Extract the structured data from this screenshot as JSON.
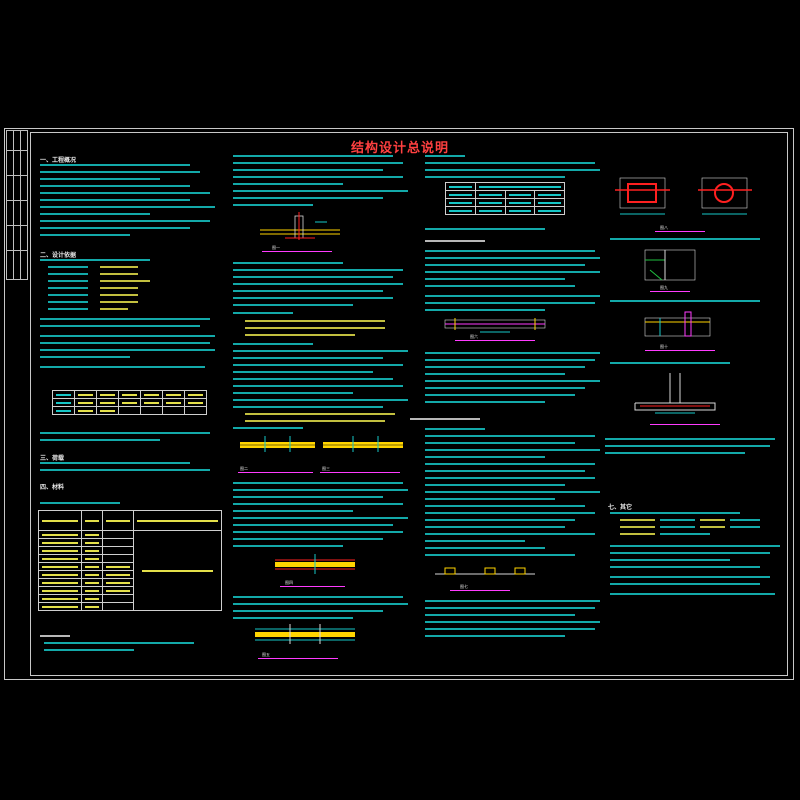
{
  "drawing": {
    "title": "结构设计总说明",
    "colors": {
      "background": "#000000",
      "frame": "#c8c8c8",
      "title": "#ff4040",
      "text_cyan": "#16c7c7",
      "text_yellow": "#e4e04a",
      "rebar_red": "#ff2020",
      "concrete_magenta": "#ff3bff",
      "beam_yellow": "#ffd400",
      "green": "#20c040"
    }
  },
  "sections": {
    "s1": "一、工程概况",
    "s2": "二、设计依据",
    "s3": "三、荷载",
    "s4": "四、材料",
    "s7": "七、其它"
  },
  "figure_labels": {
    "fig1": "图一",
    "fig2": "图二",
    "fig3": "图三",
    "fig4": "图四",
    "fig5": "图五",
    "fig6": "图六",
    "fig7": "图七",
    "fig8": "图八",
    "fig9": "图九",
    "fig10": "图十"
  }
}
